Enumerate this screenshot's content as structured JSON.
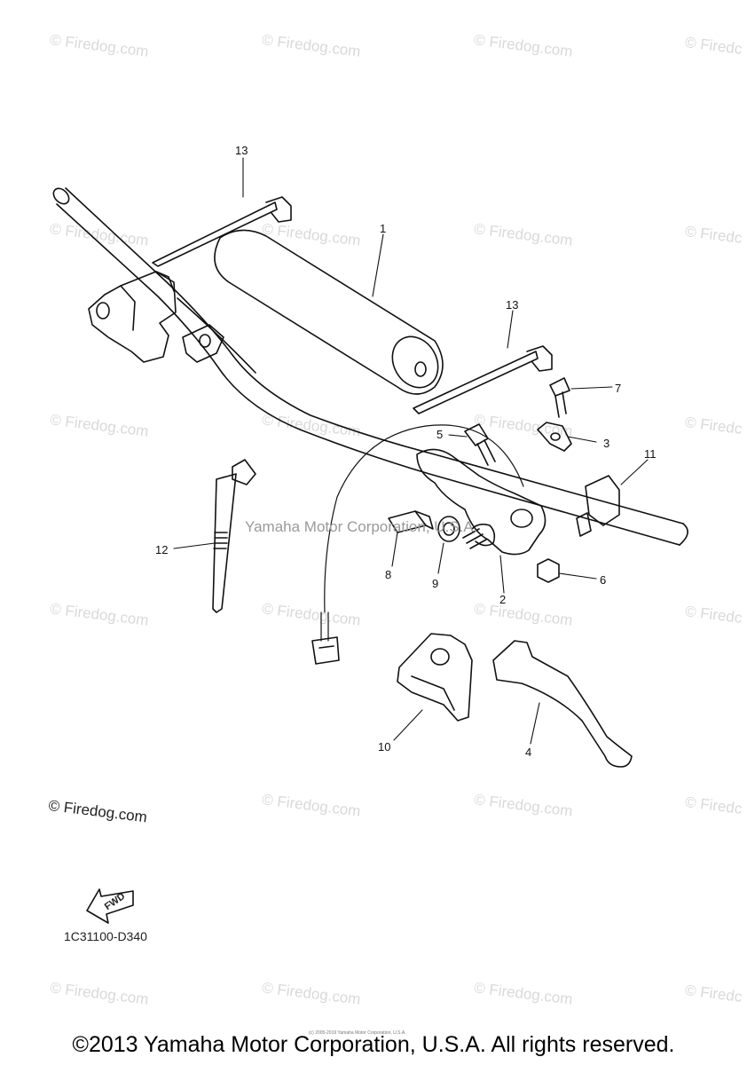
{
  "watermark": {
    "repeat_text": "© Firedog.com",
    "center_text": "Yamaha Motor Corporation, U.S.A.",
    "stamp_text": "© Firedog.com",
    "edge_text": "© Firedc"
  },
  "parts": {
    "callout_1": "1",
    "callout_2": "2",
    "callout_3": "3",
    "callout_4": "4",
    "callout_5": "5",
    "callout_6": "6",
    "callout_7": "7",
    "callout_8": "8",
    "callout_9": "9",
    "callout_10": "10",
    "callout_11": "11",
    "callout_12": "12",
    "callout_13a": "13",
    "callout_13b": "13"
  },
  "fwd_label": "FWD",
  "diagram_code": "1C31100-D340",
  "tiny_credit": "(c) 2005-2019 Yamaha Motor Corporation, U.S.A.",
  "copyright": "©2013 Yamaha Motor Corporation, U.S.A. All rights reserved.",
  "colors": {
    "line": "#111111",
    "watermark": "#d9d9d9",
    "background": "#ffffff"
  }
}
